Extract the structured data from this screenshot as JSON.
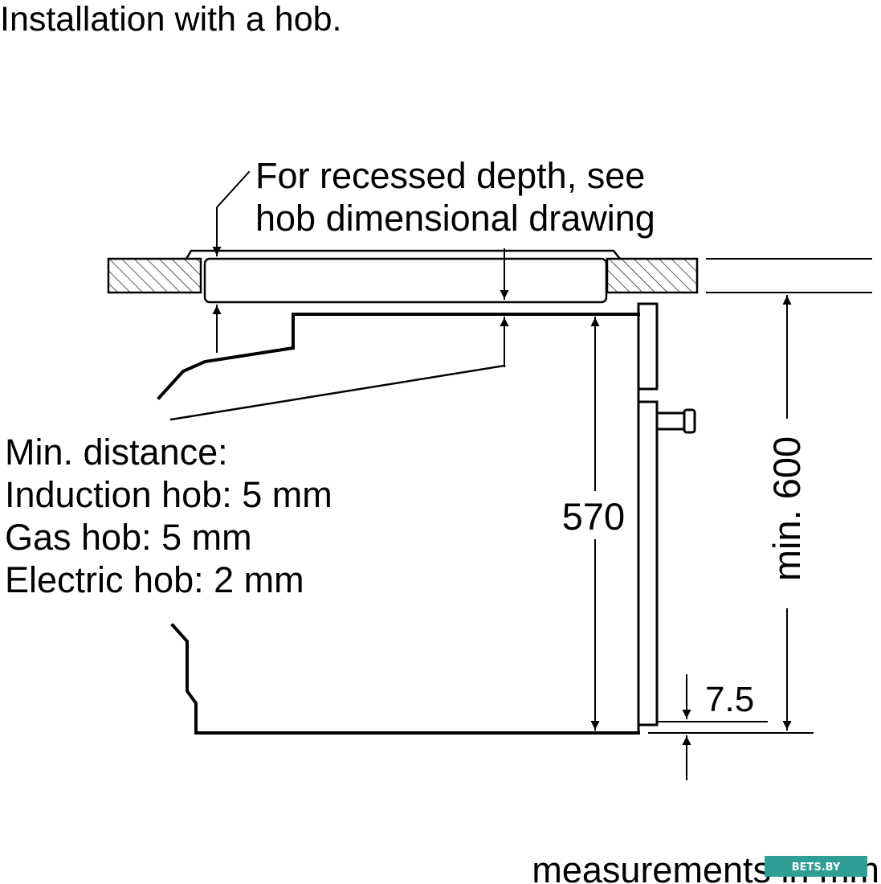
{
  "title": "Installation with a hob.",
  "note_recessed": [
    "For recessed depth, see",
    "hob dimensional drawing"
  ],
  "min_distance": {
    "heading": "Min. distance:",
    "lines": [
      "Induction hob: 5 mm",
      "Gas hob: 5 mm",
      "Electric hob: 2 mm"
    ]
  },
  "dimensions": {
    "oven_height": "570",
    "niche_height": "min. 600",
    "offset": "7.5"
  },
  "footer": "measurements in mm",
  "watermark": "BETS.BY",
  "colors": {
    "line": "#000000",
    "hatch": "#000000",
    "watermark": "#2f9f96"
  }
}
